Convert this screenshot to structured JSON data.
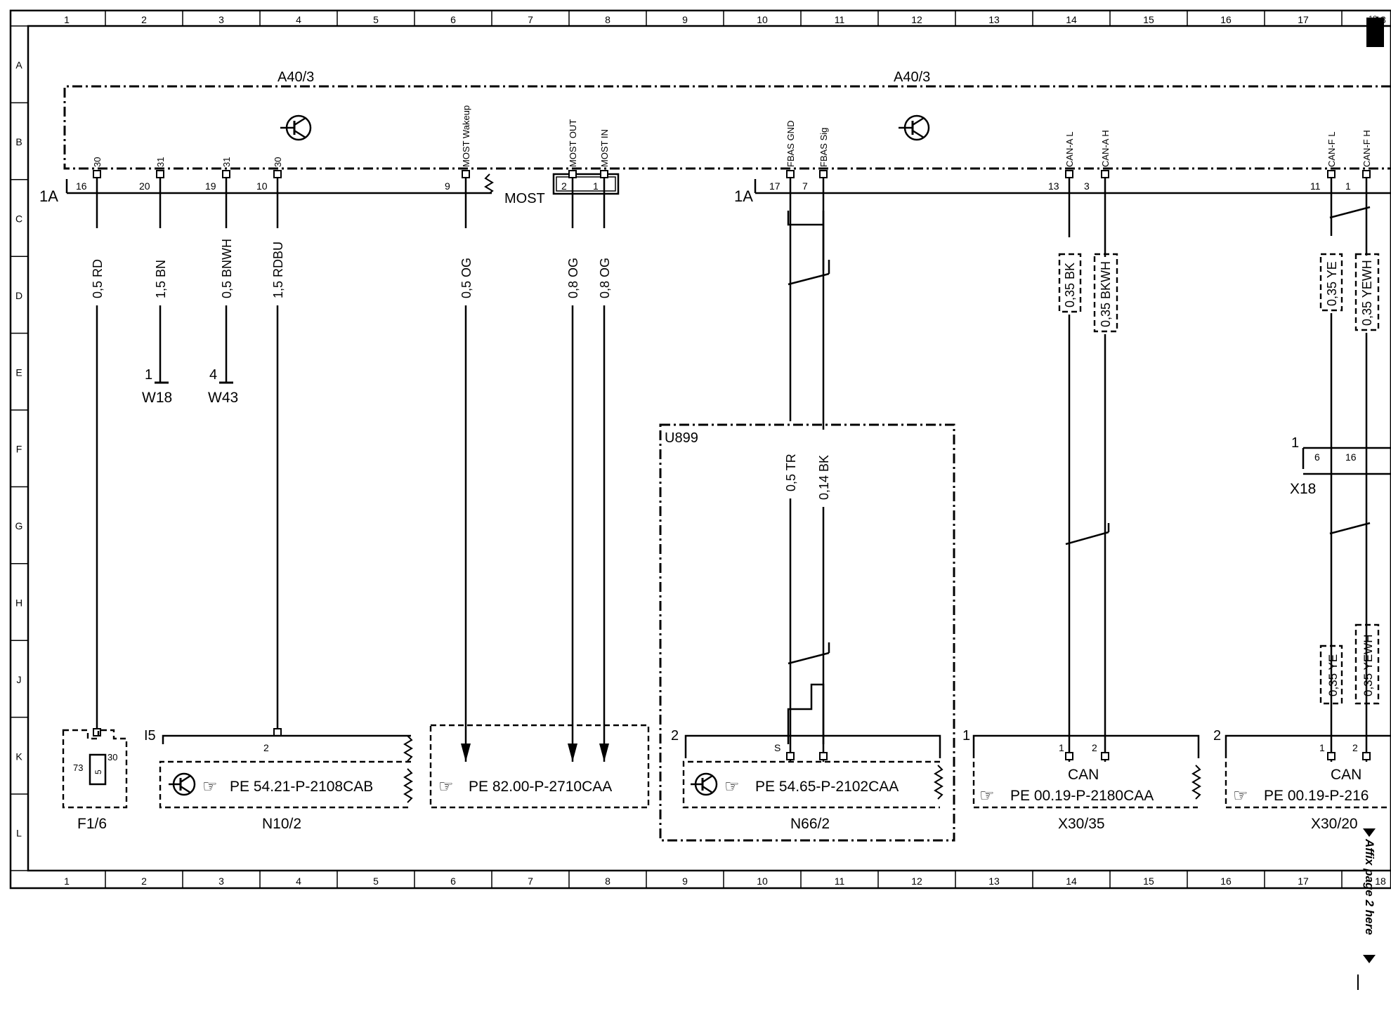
{
  "grid": {
    "columns": [
      "1",
      "2",
      "3",
      "4",
      "5",
      "6",
      "7",
      "8",
      "9",
      "10",
      "11",
      "12",
      "13",
      "14",
      "15",
      "16",
      "17",
      "18"
    ],
    "rows": [
      "A",
      "B",
      "C",
      "D",
      "E",
      "F",
      "G",
      "H",
      "J",
      "K",
      "L"
    ]
  },
  "modules": {
    "a40_left": "A40/3",
    "a40_right": "A40/3",
    "u899": "U899",
    "connector_1a_left": "1A",
    "connector_1a_right": "1A",
    "most_label": "MOST"
  },
  "pins": [
    {
      "id": "p16",
      "pin": "16",
      "fn": "30",
      "wire": "0,5 RD"
    },
    {
      "id": "p20",
      "pin": "20",
      "fn": "31",
      "wire": "1,5 BN"
    },
    {
      "id": "p19",
      "pin": "19",
      "fn": "31",
      "wire": "0,5 BNWH"
    },
    {
      "id": "p10",
      "pin": "10",
      "fn": "30",
      "wire": "1,5 RDBU"
    },
    {
      "id": "p9",
      "pin": "9",
      "fn": "MOST Wakeup",
      "wire": "0,5 OG"
    },
    {
      "id": "p2",
      "pin": "2",
      "fn": "MOST OUT",
      "wire": "0,8 OG"
    },
    {
      "id": "p1",
      "pin": "1",
      "fn": "MOST IN",
      "wire": "0,8 OG"
    },
    {
      "id": "p17",
      "pin": "17",
      "fn": "FBAS GND",
      "wire": "0,5 TR"
    },
    {
      "id": "p7",
      "pin": "7",
      "fn": "FBAS Sig",
      "wire": "0,14 BK"
    },
    {
      "id": "p13",
      "pin": "13",
      "fn": "CAN-A L",
      "wire": "0,35 BK"
    },
    {
      "id": "p3",
      "pin": "3",
      "fn": "CAN-A H",
      "wire": "0,35 BKWH"
    },
    {
      "id": "p11",
      "pin": "11",
      "fn": "CAN-F L",
      "wire": "0,35 YE"
    },
    {
      "id": "p1b",
      "pin": "1",
      "fn": "CAN-F H",
      "wire": "0,35 YEWH"
    }
  ],
  "grounds": [
    {
      "pin": "1",
      "name": "W18"
    },
    {
      "pin": "4",
      "name": "W43"
    }
  ],
  "x18": {
    "name": "X18",
    "pin_a": "6",
    "pin_b": "16",
    "index": "1"
  },
  "lower_wires": {
    "left": "0,35 YE",
    "right": "0,35 YEWH"
  },
  "components": [
    {
      "name": "F1/6",
      "pin_a": "73",
      "pin_b": "30",
      "fuse": "5"
    },
    {
      "name": "N10/2",
      "index": "I5",
      "pin": "2",
      "ref": "PE 54.21-P-2108CAB"
    },
    {
      "name": "",
      "ref": "PE 82.00-P-2710CAA"
    },
    {
      "name": "N66/2",
      "index": "2",
      "pin": "S",
      "ref": "PE 54.65-P-2102CAA"
    },
    {
      "name": "X30/35",
      "index": "1",
      "pin_a": "1",
      "pin_b": "2",
      "label": "CAN",
      "ref": "PE 00.19-P-2180CAA"
    },
    {
      "name": "X30/20",
      "index": "2",
      "pin_a": "1",
      "pin_b": "2",
      "label": "CAN",
      "ref": "PE 00.19-P-216"
    }
  ],
  "side_note": "Affix page 2 here",
  "corner_mark": "18"
}
